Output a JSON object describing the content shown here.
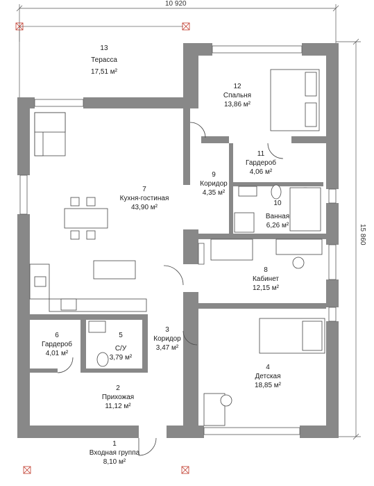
{
  "dimensions": {
    "width": "10 920",
    "height": "15 860"
  },
  "rooms": [
    {
      "num": "1",
      "name": "Входная группа",
      "area": "8,10 м²"
    },
    {
      "num": "2",
      "name": "Прихожая",
      "area": "11,12 м²"
    },
    {
      "num": "3",
      "name": "Коридор",
      "area": "3,47 м²"
    },
    {
      "num": "4",
      "name": "Детская",
      "area": "18,85 м²"
    },
    {
      "num": "5",
      "name": "С/У",
      "area": "3,79 м²"
    },
    {
      "num": "6",
      "name": "Гардероб",
      "area": "4,01 м²"
    },
    {
      "num": "7",
      "name": "Кухня-гостиная",
      "area": "43,90 м²"
    },
    {
      "num": "8",
      "name": "Кабинет",
      "area": "12,15 м²"
    },
    {
      "num": "9",
      "name": "Коридор",
      "area": "4,35 м²"
    },
    {
      "num": "10",
      "name": "Ванная",
      "area": "6,26 м²"
    },
    {
      "num": "11",
      "name": "Гардероб",
      "area": "4,06 м²"
    },
    {
      "num": "12",
      "name": "Спальня",
      "area": "13,86 м²"
    },
    {
      "num": "13",
      "name": "Терасса",
      "area": "17,51 м²"
    }
  ]
}
